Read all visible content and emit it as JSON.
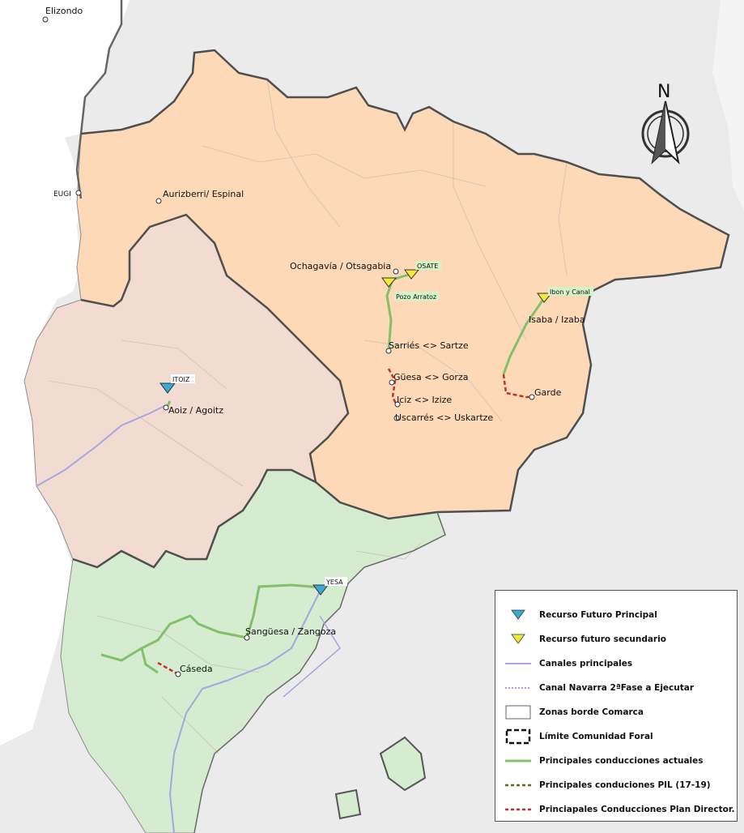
{
  "map": {
    "north_label": "N",
    "towns": {
      "elizondo": "Elizondo",
      "eugi": "EUGI",
      "aurizberri": "Aurizberri/ Espinal",
      "ochagavia": "Ochagavía / Otsagabia",
      "isaba": "Isaba / Izaba",
      "sarries": "Sarriés <> Sartze",
      "guesa": "Güesa <> Gorza",
      "iciz": "Iciz <> Izize",
      "uscarres": "Uscarrés <> Uskartze",
      "garde": "Garde",
      "aoiz": "Aoiz / Agoitz",
      "sanguesa": "Sangüesa / Zangoza",
      "caseda": "Cáseda"
    },
    "resources": {
      "osate": "OSATE",
      "pozo": "Pozo Arratoz",
      "ibon": "Ibon y Canal",
      "itoiz": "ITOIZ",
      "yesa": "YESA"
    },
    "colors": {
      "background": "#ebebeb",
      "zone_east": "#fdd9b7",
      "zone_west": "#f2dcd1",
      "zone_south": "#d5ecd1",
      "canal": "#a5a6e0",
      "current_pipe": "#82c06a",
      "plan_pipe": "#c0322b",
      "pil_pipe": "#5c6a1c",
      "main_resource": "#3aa9d6",
      "secondary_resource": "#f2e93a"
    }
  },
  "legend": {
    "items": [
      {
        "label": "Recurso Futuro Principal",
        "icon": "blue-triangle-icon"
      },
      {
        "label": "Recurso futuro secundario",
        "icon": "yellow-triangle-icon"
      },
      {
        "label": "Canales principales",
        "icon": "canal-line-icon"
      },
      {
        "label": "Canal Navarra 2ªFase a Ejecutar",
        "icon": "dotted-canal-icon"
      },
      {
        "label": "Zonas borde Comarca",
        "icon": "zone-box-icon"
      },
      {
        "label": "Límite Comunidad Foral",
        "icon": "boundary-box-icon"
      },
      {
        "label": "Principales conducciones actuales",
        "icon": "green-line-icon"
      },
      {
        "label": "Principales conduciones PIL (17-19)",
        "icon": "olive-dashed-icon"
      },
      {
        "label": "Princiapales Conducciones Plan Director.",
        "icon": "red-dashed-icon"
      }
    ]
  }
}
